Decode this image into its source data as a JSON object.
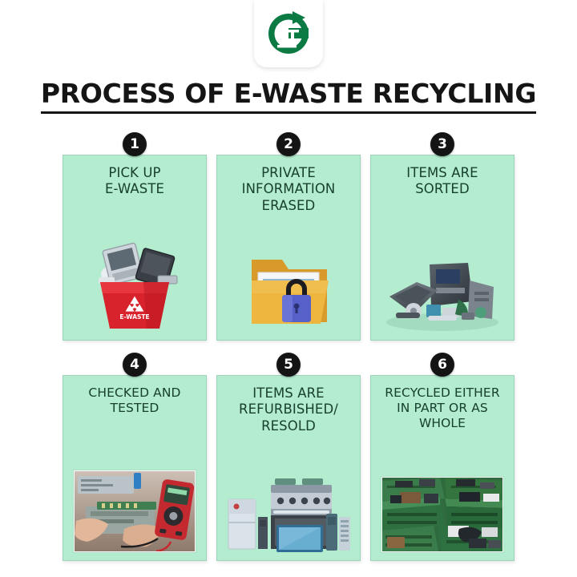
{
  "brand": {
    "logo_icon": "recycling-arrow-m-logo",
    "logo_color": "#0c7a43"
  },
  "header": {
    "title": "PROCESS OF E-WASTE RECYCLING"
  },
  "theme": {
    "page_background": "#ffffff",
    "card_background": "#b3ecce",
    "card_border": "#9dd3b8",
    "card_text": "#18402e",
    "badge_background": "#141414",
    "badge_text": "#ffffff",
    "title_color": "#151515",
    "bin_red": "#d8222c",
    "folder_orange": "#e8a93a",
    "lock_blue": "#5560c8",
    "crate_green": "#2d6b3c"
  },
  "steps": [
    {
      "number": "1",
      "label": "PICK UP\nE-WASTE",
      "art": "red-ewaste-bin-illustration",
      "art_detail": {
        "bin_text": "E-WASTE",
        "bin_symbol": "recycle-triangle"
      }
    },
    {
      "number": "2",
      "label": "PRIVATE\nINFORMATION\nERASED",
      "art": "locked-folder-illustration"
    },
    {
      "number": "3",
      "label": "ITEMS ARE\nSORTED",
      "art": "sorted-electronics-pile-photo"
    },
    {
      "number": "4",
      "label": "CHECKED AND\nTESTED",
      "art": "circuit-board-testing-photo"
    },
    {
      "number": "5",
      "label": "ITEMS ARE\nREFURBISHED/\nRESOLD",
      "art": "refurbished-appliances-illustration"
    },
    {
      "number": "6",
      "label": "RECYCLED EITHER\nIN PART OR AS\nWHOLE",
      "art": "green-crates-ewaste-photo"
    }
  ]
}
